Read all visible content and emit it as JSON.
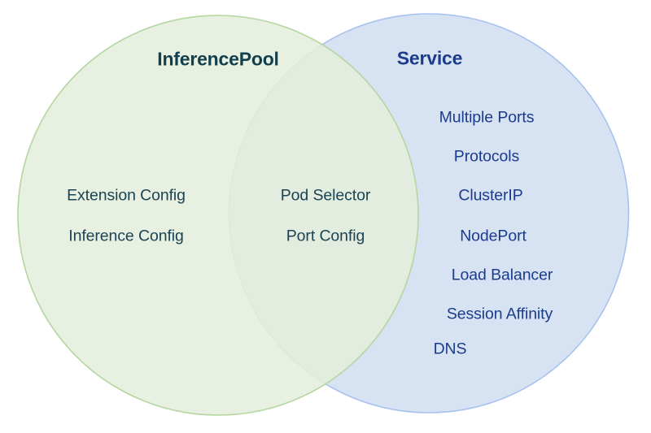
{
  "diagram": {
    "type": "venn",
    "sets": [
      {
        "id": "inferencepool",
        "title": "InferencePool",
        "fill": "#e4eedd",
        "stroke": "#b5d6a1",
        "title_color": "#123f4e",
        "text_color": "#1c4353",
        "items": [
          "Extension Config",
          "Inference Config"
        ]
      },
      {
        "id": "service",
        "title": "Service",
        "fill": "#d7e2f3",
        "stroke": "#a7c3ed",
        "title_color": "#1b3c8c",
        "text_color": "#1b3c8c",
        "items": [
          "Multiple Ports",
          "Protocols",
          "ClusterIP",
          "NodePort",
          "Load Balancer",
          "Session Affinity",
          "DNS"
        ]
      }
    ],
    "intersection": {
      "id": "shared",
      "fill": "#cfdfd0",
      "text_color": "#1c4353",
      "items": [
        "Pod Selector",
        "Port Config"
      ]
    },
    "background": "#ffffff"
  }
}
